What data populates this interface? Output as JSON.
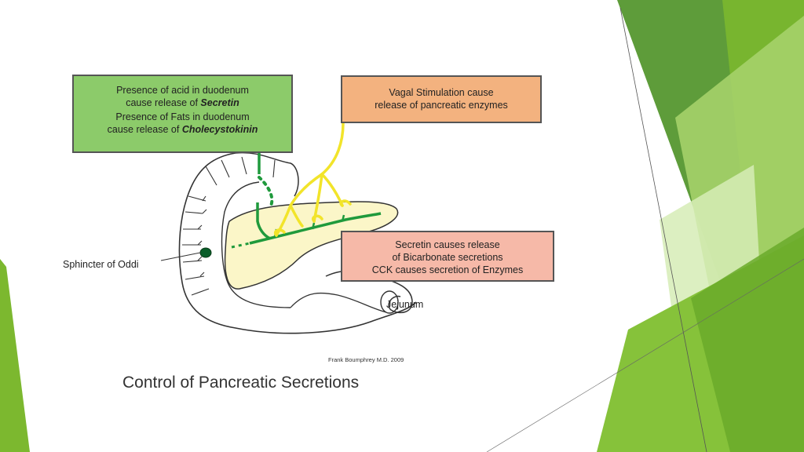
{
  "green_box": {
    "line1": "Presence of acid in duodenum",
    "line2_prefix": "cause release of ",
    "line2_emph": "Secretin",
    "line3": "Presence of Fats in duodenum",
    "line4_prefix": "cause release of ",
    "line4_emph": "Cholecystokinin"
  },
  "orange_box": {
    "line1": "Vagal Stimulation cause",
    "line2": "release of pancreatic enzymes"
  },
  "pink_box": {
    "line1": "Secretin causes release",
    "line2": "of Bicarbonate secretions",
    "line3": "CCK causes secretion of Enzymes"
  },
  "labels": {
    "sphincter": "Sphincter of Oddi",
    "jejunum": "Jejunum",
    "credit": "Frank Boumphrey M.D. 2009",
    "caption": "Control of Pancreatic Secretions"
  },
  "colors": {
    "green_box": "#8ccb6a",
    "orange_box": "#f3b27f",
    "pink_box": "#f6b9a8",
    "pancreas": "#fbf6c8",
    "duct": "#1f9a3c",
    "nerve": "#f2e42a",
    "accent_green": "#7cb82f"
  }
}
